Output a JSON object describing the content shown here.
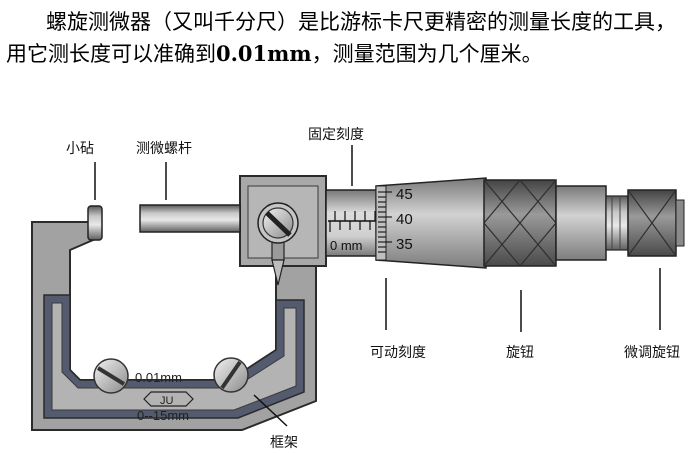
{
  "intro": {
    "part1": "螺旋测微器（又叫千分尺）是比游标卡尺更精密的测量长度的工具，用它测长度可以准确到",
    "precision": "0.01mm",
    "part2": "，测量范围为几个厘米。"
  },
  "labels": {
    "anvil": "小砧",
    "spindle": "测微螺杆",
    "fixed_scale": "固定刻度",
    "movable_scale": "可动刻度",
    "knob": "旋钮",
    "fine_knob": "微调旋钮",
    "frame": "框架"
  },
  "scale": {
    "thimble_numbers": [
      "45",
      "40",
      "35"
    ],
    "sleeve_zero": "0 mm"
  },
  "frame_marks": {
    "resolution": "0.01mm",
    "range": "0--15mm",
    "logo": "JU"
  },
  "colors": {
    "frame_outer": "#9a9a9a",
    "frame_inner": "#52596b",
    "metal_dark": "#6f6f6f",
    "metal_light": "#d8d8d8"
  }
}
